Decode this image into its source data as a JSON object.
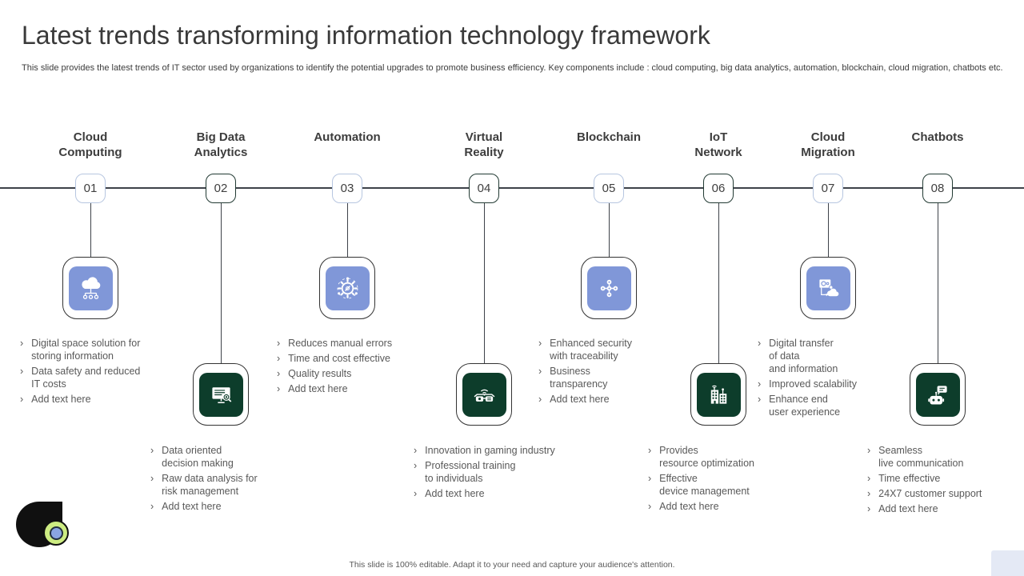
{
  "slide": {
    "title": "Latest trends transforming information technology framework",
    "subtitle": "This slide provides the latest trends of IT sector used by organizations to identify the potential upgrades to promote business efficiency. Key components include : cloud computing, big data analytics, automation, blockchain, cloud migration, chatbots etc.",
    "footer": "This slide is 100% editable. Adapt it to your need and capture your audience's attention."
  },
  "colors": {
    "blue_tile": "#8097d8",
    "green_tile": "#0d3d2b",
    "timeline_line": "#3e4249",
    "badge_border_light": "#b7c6e0",
    "badge_border_dark": "#223a33",
    "logo_green": "#cdec82",
    "logo_blue": "#8aa5e2",
    "corner_rect": "#e4e9f5"
  },
  "bullet_marker": "›",
  "trends": [
    {
      "number": "01",
      "label": "Cloud\nComputing",
      "icon": "cloud-network-icon",
      "bullets": [
        "Digital space solution for\nstoring information",
        "Data safety and reduced\nIT costs",
        "Add text here"
      ]
    },
    {
      "number": "02",
      "label": "Big Data\nAnalytics",
      "icon": "data-analytics-monitor-icon",
      "bullets": [
        "Data oriented\ndecision making",
        "Raw data analysis for\nrisk management",
        "Add text here"
      ]
    },
    {
      "number": "03",
      "label": "Automation",
      "icon": "automation-gear-icon",
      "bullets": [
        "Reduces manual errors",
        "Time and cost effective",
        "Quality results",
        "Add text here"
      ]
    },
    {
      "number": "04",
      "label": "Virtual\nReality",
      "icon": "smart-glasses-icon",
      "bullets": [
        "Innovation in gaming industry",
        "Professional training\nto individuals",
        "Add text here"
      ]
    },
    {
      "number": "05",
      "label": "Blockchain",
      "icon": "blockchain-nodes-icon",
      "bullets": [
        "Enhanced security\nwith traceability",
        "Business\ntransparency",
        "Add text here"
      ]
    },
    {
      "number": "06",
      "label": "IoT\nNetwork",
      "icon": "iot-building-icon",
      "bullets": [
        "Provides\nresource optimization",
        "Effective\ndevice management",
        "Add text here"
      ]
    },
    {
      "number": "07",
      "label": "Cloud\nMigration",
      "icon": "cloud-migration-icon",
      "bullets": [
        "Digital transfer\nof data\nand information",
        "Improved scalability",
        "Enhance end\nuser experience"
      ]
    },
    {
      "number": "08",
      "label": "Chatbots",
      "icon": "chatbot-icon",
      "bullets": [
        "Seamless\nlive communication",
        "Time effective",
        "24X7 customer support",
        "Add text here"
      ]
    }
  ]
}
